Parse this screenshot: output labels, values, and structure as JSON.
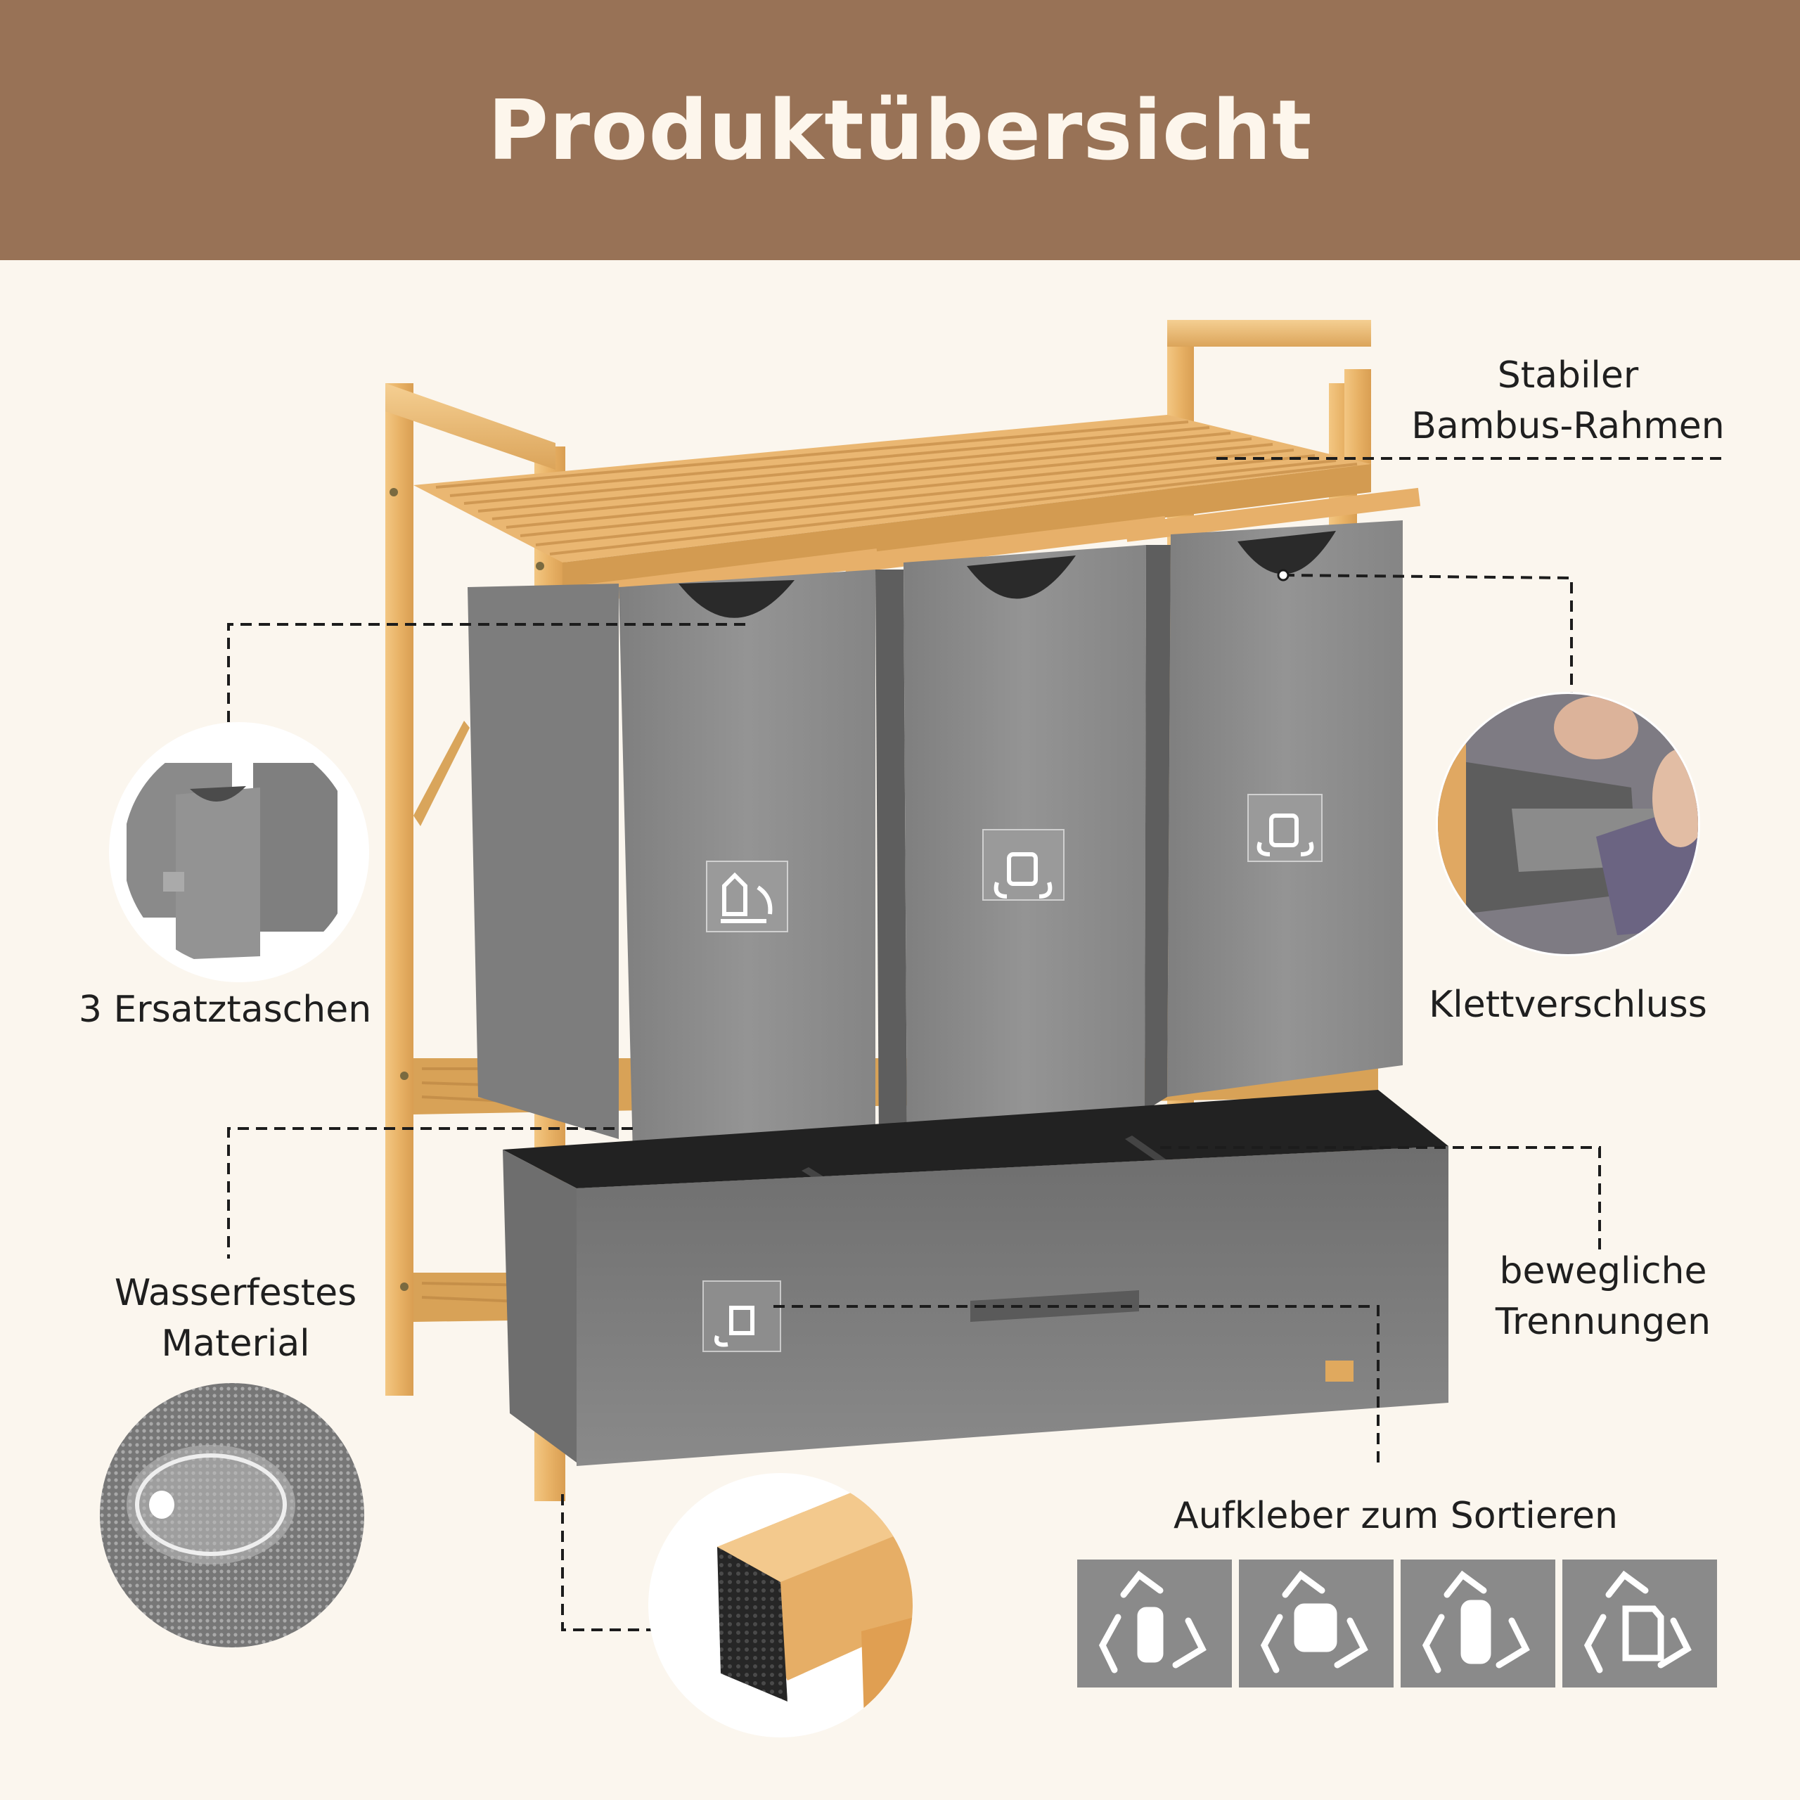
{
  "header": {
    "title": "Produktübersicht"
  },
  "callouts": {
    "frame": {
      "line1": "Stabiler",
      "line2": "Bambus-Rahmen"
    },
    "spare_bags": "3 Ersatztaschen",
    "velcro": "Klettverschluss",
    "waterproof": {
      "line1": "Wasserfestes",
      "line2": "Material"
    },
    "dividers": {
      "line1": "bewegliche",
      "line2": "Trennungen"
    },
    "stickers": "Aufkleber zum Sortieren"
  },
  "colors": {
    "header_bg": "#987256",
    "page_bg": "#fbf6ee",
    "bamboo": "#e9b66c",
    "fabric": "#8e8e8e",
    "fabric_dark": "#5f5f5f"
  },
  "icons": [
    "bottle-recycling-icon",
    "can-recycling-icon",
    "plastic-bottle-recycling-icon",
    "paper-recycling-icon"
  ]
}
